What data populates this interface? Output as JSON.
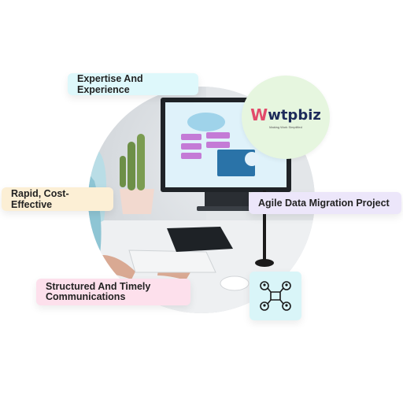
{
  "labels": {
    "expertise": "Expertise And Experience",
    "rapid": "Rapid, Cost-Effective",
    "agile": "Agile Data Migration Project",
    "structured_line1": "Structured And Timely",
    "structured_line2": "Communications"
  },
  "logo": {
    "mark": "W",
    "name": "wtpbiz",
    "tagline": "Making Work Simplified"
  },
  "screen": {
    "title": "Data Migration"
  },
  "icons": {
    "network": "network-users-icon"
  },
  "colors": {
    "expertise_bg": "#def8fb",
    "rapid_bg": "#fcefd5",
    "agile_bg": "#ece6fa",
    "structured_bg": "#fde0ec",
    "logo_bg": "#e6f6df",
    "icon_bg": "#d9f5f8",
    "brand_pink": "#e24b6b",
    "brand_navy": "#1d2b5a"
  }
}
